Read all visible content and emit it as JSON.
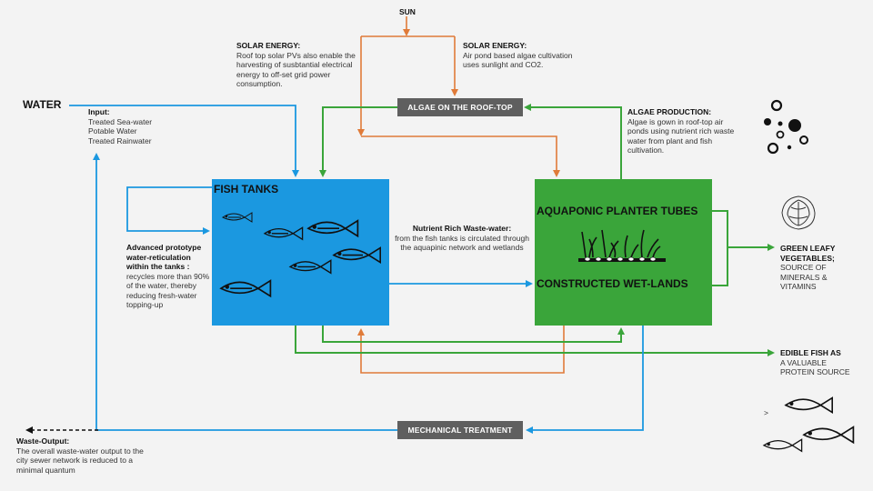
{
  "sun_label": "SUN",
  "water_label": "WATER",
  "input": {
    "title": "Input:",
    "lines": [
      "Treated Sea-water",
      "Potable Water",
      "Treated Rainwater"
    ]
  },
  "solar_left": {
    "title": "SOLAR ENERGY:",
    "text": "Roof top solar PVs also enable the harvesting of susbtantial electrical energy to off-set grid power consumption."
  },
  "solar_right": {
    "title": "SOLAR ENERGY:",
    "text": "Air pond based algae cultivation uses sunlight and CO2."
  },
  "algae_box": "ALGAE ON THE ROOF-TOP",
  "algae_production": {
    "title": "ALGAE PRODUCTION:",
    "text": "Algae is gown in roof-top air ponds using nutrient rich waste water from plant and fish cultivation."
  },
  "fish_tanks": "FISH TANKS",
  "aquaponic": "AQUAPONIC PLANTER TUBES",
  "wetlands": "CONSTRUCTED WET-LANDS",
  "nutrient": {
    "title": "Nutrient Rich Waste-water:",
    "text": "from the fish tanks is circulated through the aquapinic network and wetlands"
  },
  "reticulation": {
    "title": "Advanced prototype water-reticulation within the tanks :",
    "text": "recycles more than 90% of the water, thereby reducing fresh-water topping-up"
  },
  "green_leafy": {
    "title": "GREEN LEAFY VEGETABLES;",
    "text": "SOURCE OF MINERALS & VITAMINS"
  },
  "edible_fish": {
    "title": "EDIBLE FISH AS",
    "text": "A VALUABLE PROTEIN SOURCE"
  },
  "stray_mark": ">",
  "mechanical": "MECHANICAL TREATMENT",
  "waste_output": {
    "title": "Waste-Output:",
    "text": "The overall waste-water output to the city sewer network is reduced to a minimal quantum"
  },
  "colors": {
    "blue": "#1b98e0",
    "green": "#3aa53a",
    "orange": "#e07b39",
    "gray": "#5f5f5f",
    "background": "#f3f3f3"
  },
  "icons": [
    "fish-icon",
    "plant-icon",
    "lettuce-icon",
    "algae-bubbles-icon"
  ]
}
